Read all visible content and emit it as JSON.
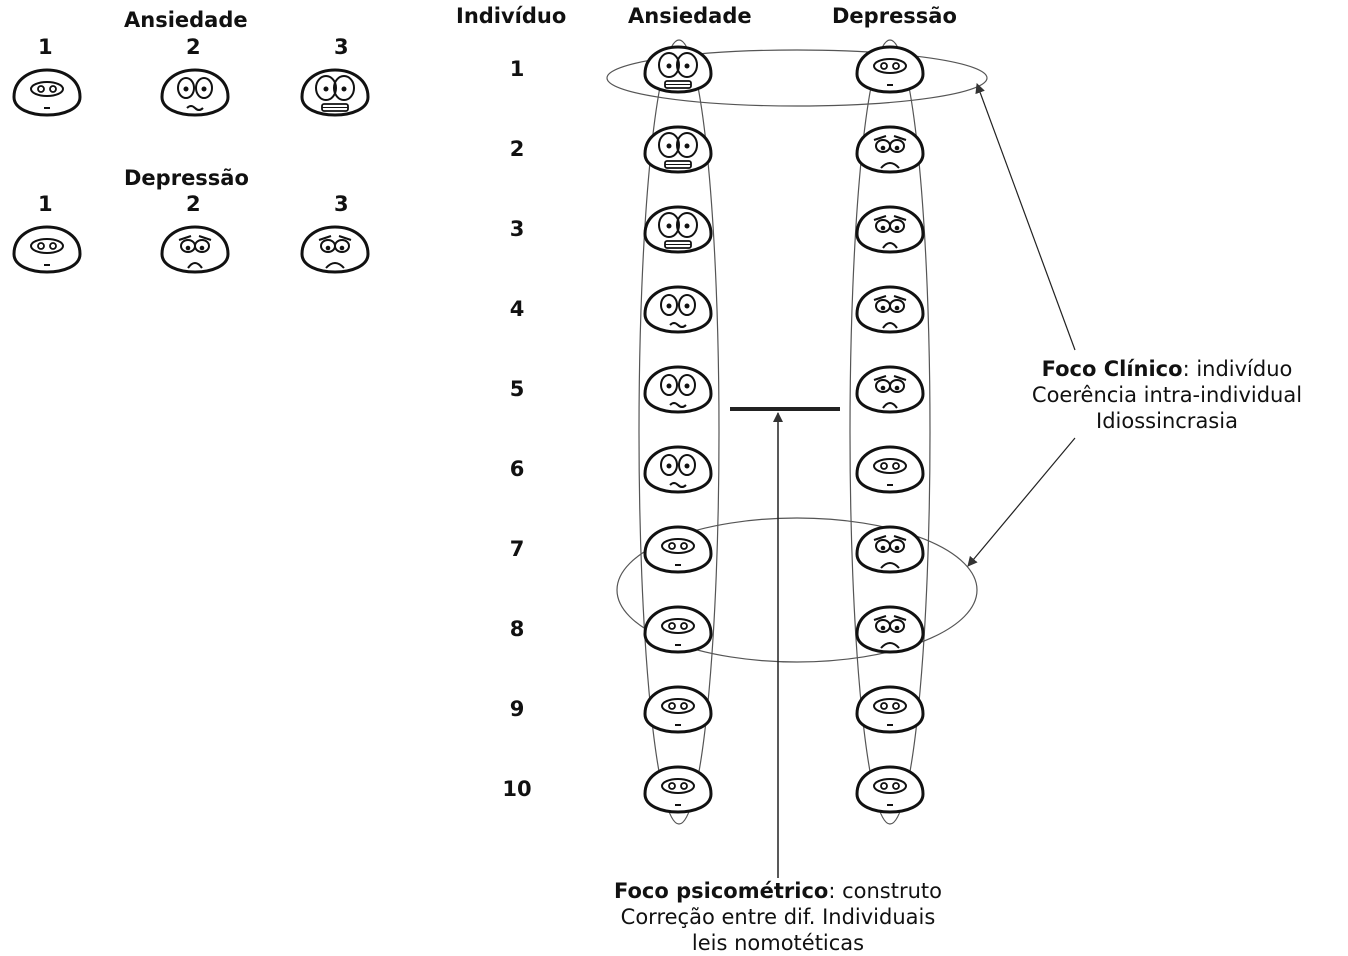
{
  "legend": {
    "anxiety_title": "Ansiedade",
    "depression_title": "Depressão",
    "levels": [
      "1",
      "2",
      "3"
    ]
  },
  "main": {
    "col_individual": "Indivíduo",
    "col_anxiety": "Ansiedade",
    "col_depression": "Depressão",
    "individuals": [
      "1",
      "2",
      "3",
      "4",
      "5",
      "6",
      "7",
      "8",
      "9",
      "10"
    ],
    "anxiety_levels": [
      3,
      3,
      3,
      2,
      2,
      2,
      1,
      1,
      1,
      1
    ],
    "depression_levels": [
      1,
      3,
      2,
      2,
      2,
      1,
      3,
      3,
      1,
      1
    ]
  },
  "clinical_note": {
    "title": "Foco Clínico",
    "title_suffix": ": indivíduo",
    "line2": "Coerência intra-individual",
    "line3": "Idiossincrasia"
  },
  "psychometric_note": {
    "title": "Foco psicométrico",
    "title_suffix": ": construto",
    "line2": "Correção entre dif. Individuais",
    "line3": "leis nomotéticas"
  }
}
